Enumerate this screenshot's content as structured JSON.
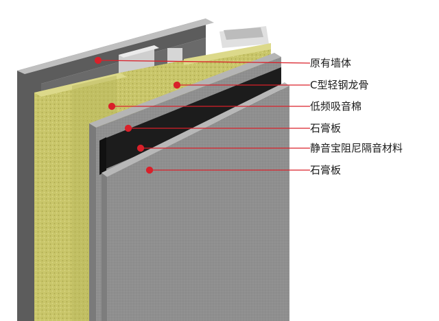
{
  "labels": [
    {
      "text": "原有墙体"
    },
    {
      "text": "C型轻钢龙骨"
    },
    {
      "text": "低频吸音棉"
    },
    {
      "text": "石膏板"
    },
    {
      "text": "静音宝阻尼隔音材料"
    },
    {
      "text": "石膏板"
    }
  ],
  "colors": {
    "wall": "#5f5f5f",
    "wall_top": "#bdbdbd",
    "insulation": "#c8c66d",
    "stud": "#d8d8d8",
    "gypsum": "#8e8e8e",
    "gypsum_top": "#b3b3b3",
    "damping": "#1e1e1e",
    "leader": "#d9202a"
  }
}
